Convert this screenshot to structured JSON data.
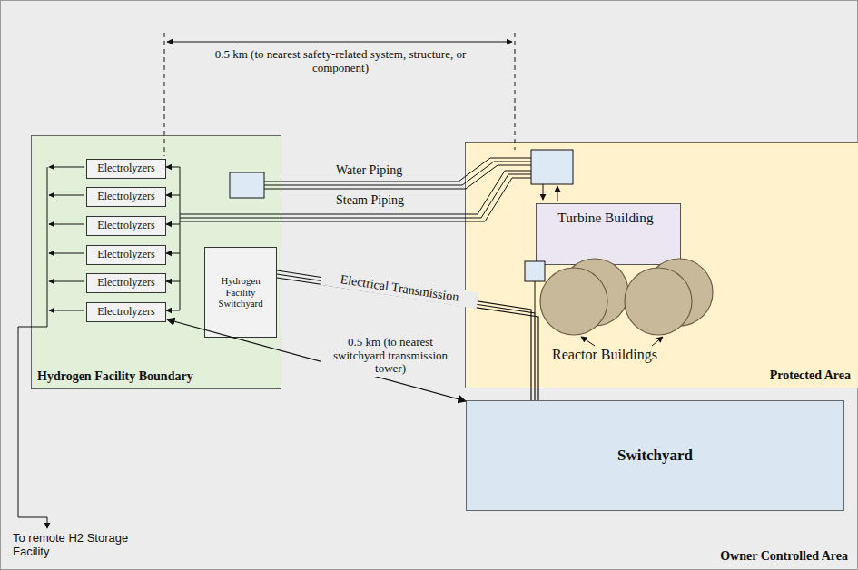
{
  "diagram": {
    "nodes": [
      {
        "text": [
          "Owner Controlled Area"
        ]
      },
      {
        "text": [
          "Hydrogen Facility Boundary"
        ],
        "in": 0
      },
      {
        "text": [
          "Electrolyzers"
        ],
        "in": 1
      },
      {
        "text": [
          "Electrolyzers"
        ],
        "in": 1
      },
      {
        "text": [
          "Electrolyzers"
        ],
        "in": 1
      },
      {
        "text": [
          "Electrolyzers"
        ],
        "in": 1
      },
      {
        "text": [
          "Electrolyzers"
        ],
        "in": 1
      },
      {
        "text": [
          "Electrolyzers"
        ],
        "in": 1
      },
      {
        "text": [
          "Hydrogen Facility Switchyard"
        ],
        "in": 1
      },
      {
        "text": [
          "Protected Area"
        ],
        "in": 0
      },
      {
        "text": [
          "Turbine Building"
        ],
        "in": 9
      },
      {
        "text": [
          "Switchyard"
        ],
        "in": 0
      }
    ],
    "edges": [
      {
        "from": 8,
        "to": 11,
        "arrow": "none",
        "label": "Electrical Transmission"
      },
      {
        "from": 7,
        "to": 11,
        "arrow": "both",
        "label": "0.5 km (to nearest switchyard transmission tower)"
      }
    ],
    "labels": [
      "0.5 km (to nearest safety-related system, structure, or component)",
      "Water Piping",
      "Steam Piping",
      "Reactor Buildings",
      "To remote H2 Storage Facility"
    ]
  }
}
